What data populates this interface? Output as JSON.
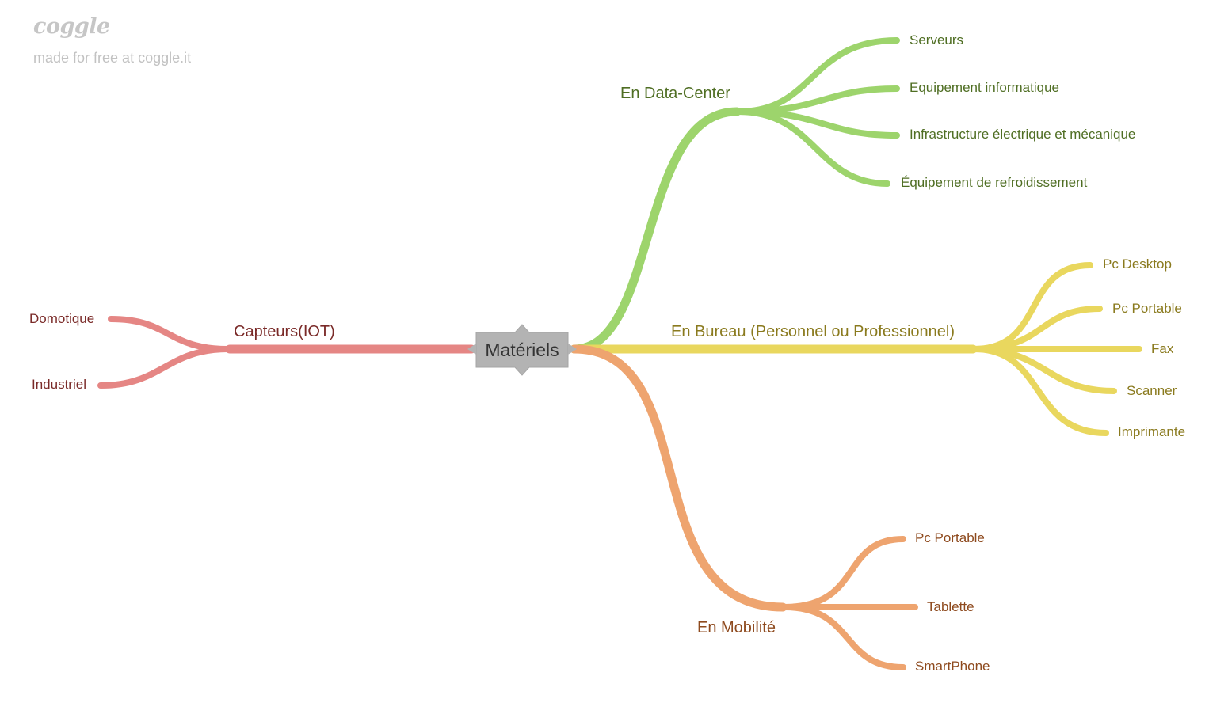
{
  "watermark": {
    "logo": "coggle",
    "text": "made for free at coggle.it"
  },
  "colors": {
    "green": "#9dd46c",
    "green_text": "#4f6e23",
    "yellow": "#e9d75e",
    "yellow_text": "#8a7a1e",
    "orange": "#eea46f",
    "orange_text": "#8e4a1e",
    "red": "#e58684",
    "red_text": "#7a2a28",
    "root_bg": "#b3b3b3",
    "root_text": "#333333"
  },
  "root": {
    "label": "Matériels"
  },
  "branches": {
    "datacenter": {
      "label": "En Data-Center",
      "children": [
        "Serveurs",
        "Equipement informatique",
        "Infrastructure électrique et mécanique",
        "Équipement de refroidissement"
      ]
    },
    "bureau": {
      "label": "En Bureau (Personnel ou Professionnel)",
      "children": [
        "Pc Desktop",
        "Pc Portable",
        "Fax",
        "Scanner",
        "Imprimante"
      ]
    },
    "mobilite": {
      "label": "En Mobilité",
      "children": [
        "Pc Portable",
        "Tablette",
        "SmartPhone"
      ]
    },
    "capteurs": {
      "label": "Capteurs(IOT)",
      "children": [
        "Domotique",
        "Industriel"
      ]
    }
  }
}
